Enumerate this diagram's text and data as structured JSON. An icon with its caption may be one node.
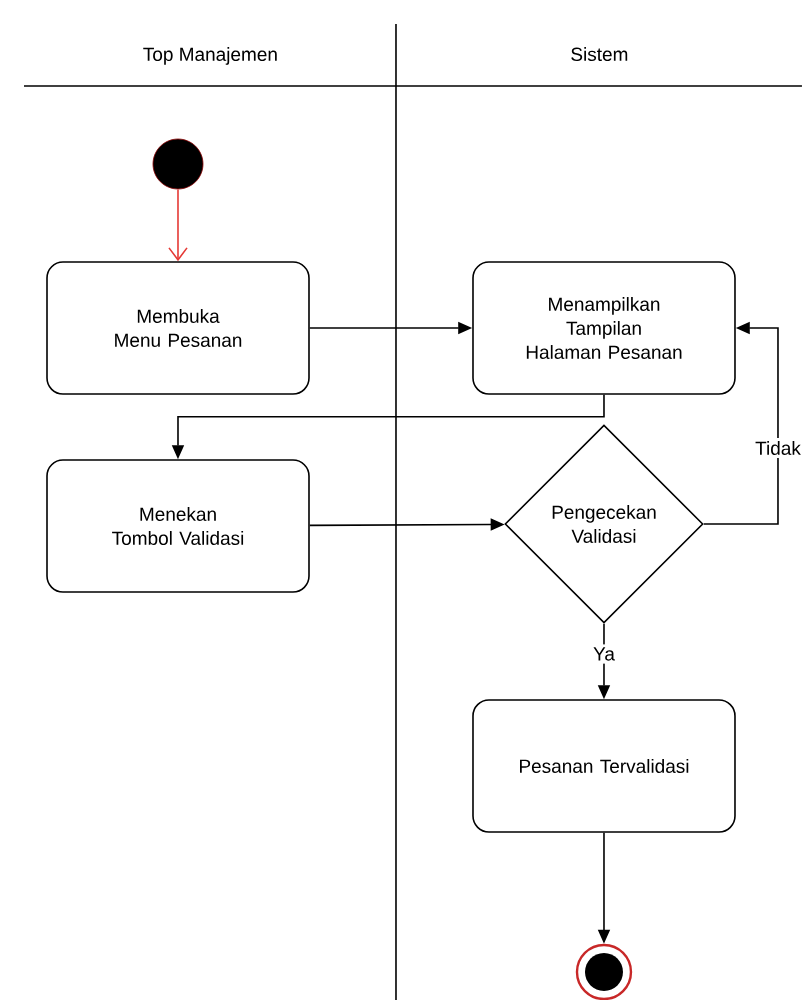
{
  "diagram": {
    "nodes": [
      {
        "text": [
          "Top Manajemen"
        ]
      },
      {
        "text": [
          "Sistem"
        ]
      },
      {
        "text": [],
        "shape": "circle",
        "in": 0
      },
      {
        "text": [
          "Membuka Menu Pesanan"
        ],
        "in": 0
      },
      {
        "text": [
          "Menampilkan Tampilan Halaman Pesanan"
        ],
        "in": 1
      },
      {
        "text": [
          "Menekan Tombol Validasi"
        ],
        "in": 0
      },
      {
        "text": [
          "Pengecekan Validasi"
        ],
        "in": 1
      },
      {
        "text": [
          "Pesanan Tervalidasi"
        ],
        "in": 1
      },
      {
        "text": [],
        "shape": "circle",
        "in": 1
      }
    ],
    "edges": [
      {
        "from": 2,
        "to": 3,
        "arrow": "to",
        "color": "#e53935"
      },
      {
        "from": 3,
        "to": 4,
        "arrow": "to"
      },
      {
        "from": 4,
        "to": 5,
        "arrow": "to"
      },
      {
        "from": 5,
        "to": 6,
        "arrow": "to"
      },
      {
        "from": 6,
        "to": 4,
        "arrow": "to",
        "label": "Tidak"
      },
      {
        "from": 6,
        "to": 7,
        "arrow": "to",
        "label": "Ya"
      },
      {
        "from": 7,
        "to": 8,
        "arrow": "to"
      }
    ]
  }
}
